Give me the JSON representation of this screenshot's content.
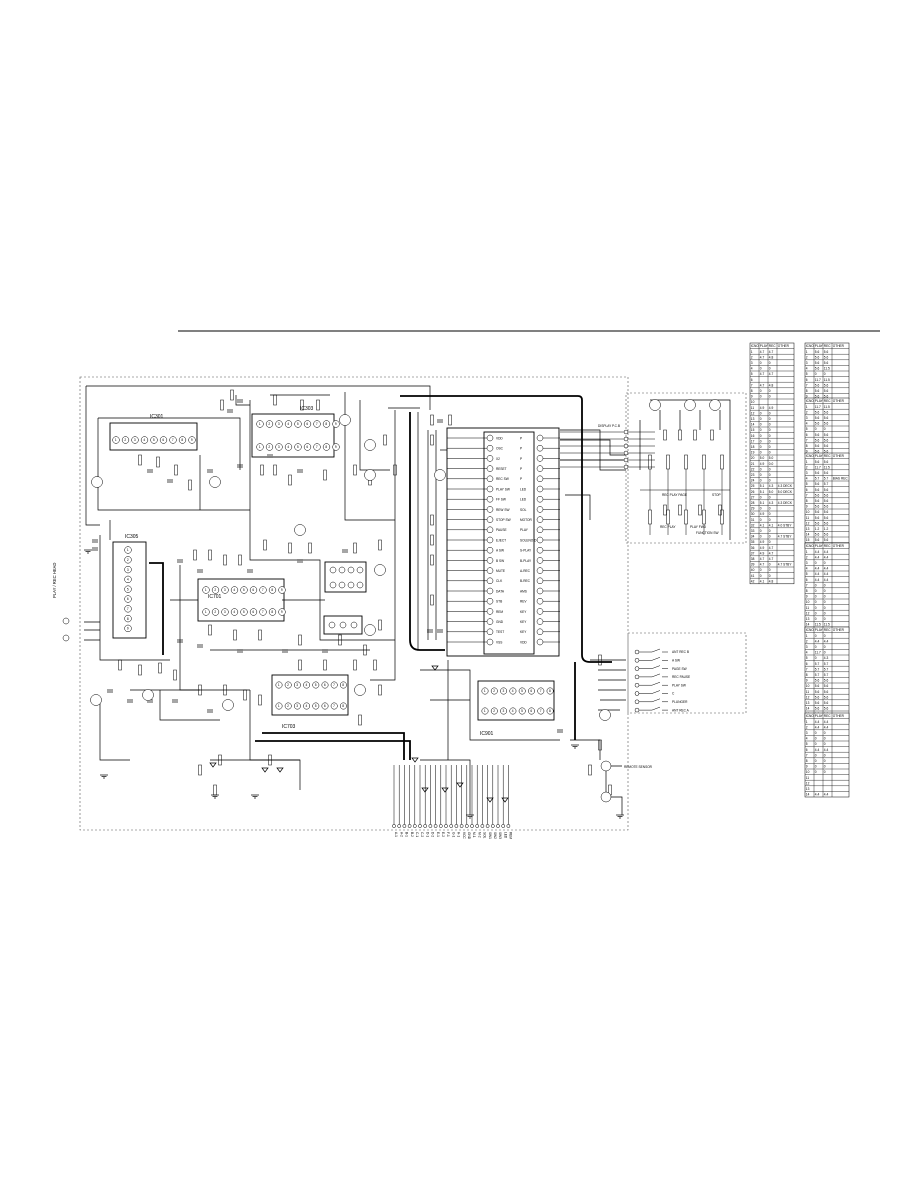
{
  "ic_labels": {
    "ic_left_top": "IC301",
    "ic_center_top": "IC303",
    "ic_left_mid": "IC305",
    "ic_center_mid": "IC701",
    "ic_center_bottom": "IC703",
    "ic_right_bottom": "IC901"
  },
  "connector_labels": {
    "head_input": "PLAY / REC HEAD",
    "mcu_side": "DISPLAY P.C.B",
    "switch_block": "FUNCTION SW",
    "remote_sensor": "REMOTE SENSOR"
  },
  "micro_left_pins": [
    "VDD",
    "OSC",
    "X2",
    "RESET",
    "REC SW",
    "PLAY SW",
    "FF SW",
    "REW SW",
    "STOP SW",
    "PAUSE",
    "EJECT",
    "A SW",
    "B SW",
    "MUTE",
    "CLK",
    "DATA",
    "STB",
    "REM",
    "GND",
    "TEST",
    "VSS"
  ],
  "micro_right_pins": [
    "P",
    "P",
    "P",
    "P",
    "P",
    "LED",
    "LED",
    "SOL",
    "MOTOR",
    "PLAY",
    "SOLENOID",
    "S-PLAY",
    "B-PLAY",
    "A-REC",
    "B-REC",
    "AMS",
    "REV",
    "KEY",
    "KEY",
    "KEY",
    "VDD"
  ],
  "switch_labels": [
    "ANT REC B",
    "A SW",
    "PAGE SW",
    "REC PAUSE",
    "PLAY SW",
    "C",
    "PLUNGER",
    "ANT REC A"
  ],
  "mode_labels": [
    "REC PLAY PAGE",
    "STOP",
    "REC PLAY",
    "PLAY FWD",
    "REC"
  ],
  "bottom_signals": [
    "A-1",
    "A-2",
    "B-1",
    "B-2",
    "C-1",
    "C-2",
    "D-1",
    "D-2",
    "E-1",
    "E-2",
    "F-1",
    "G-1",
    "H-1",
    "VCC",
    "GND",
    "M-1",
    "M-2",
    "SOL",
    "SW1",
    "SW2",
    "SW3",
    "LED",
    "REM"
  ],
  "tables": [
    {
      "headers": [
        "ICNO",
        "PLAY",
        "REC",
        "OTHER"
      ],
      "rows": [
        [
          "1",
          "4.7",
          "4.7",
          ""
        ],
        [
          "2",
          "4.7",
          "4.8",
          ""
        ],
        [
          "3",
          "0",
          "0",
          ""
        ],
        [
          "4",
          "0",
          "0",
          ""
        ],
        [
          "5",
          "4.7",
          "4.7",
          ""
        ],
        [
          "6",
          "",
          "",
          ""
        ],
        [
          "7",
          "4.7",
          "4.8",
          ""
        ],
        [
          "8",
          "0",
          "0",
          ""
        ],
        [
          "9",
          "0",
          "0",
          ""
        ],
        [
          "10",
          "",
          "",
          ""
        ],
        [
          "11",
          "4.9",
          "4.9",
          ""
        ],
        [
          "12",
          "0",
          "0",
          ""
        ],
        [
          "13",
          "0",
          "0",
          ""
        ],
        [
          "14",
          "0",
          "0",
          ""
        ],
        [
          "15",
          "0",
          "0",
          ""
        ],
        [
          "16",
          "0",
          "0",
          ""
        ],
        [
          "17",
          "0",
          "0",
          ""
        ],
        [
          "18",
          "0",
          "0",
          ""
        ],
        [
          "19",
          "0",
          "0",
          ""
        ],
        [
          "20",
          "5.0",
          "5.0",
          ""
        ],
        [
          "21",
          "4.9",
          "0.0",
          ""
        ],
        [
          "22",
          "0",
          "0",
          ""
        ],
        [
          "23",
          "0",
          "0",
          ""
        ],
        [
          "24",
          "0",
          "0",
          ""
        ],
        [
          "25",
          "5.1",
          "4.3",
          "4.3 DECK"
        ],
        [
          "26",
          "5.1",
          "5.0",
          "5.0 DECK"
        ],
        [
          "27",
          "0",
          "0",
          ""
        ],
        [
          "28",
          "5.1",
          "4.3",
          "4.3 DECK"
        ],
        [
          "29",
          "0",
          "0",
          ""
        ],
        [
          "30",
          "4.9",
          "0",
          ""
        ],
        [
          "31",
          "0",
          "0",
          ""
        ],
        [
          "32",
          "4.1",
          "4.1",
          "4.0 STBY"
        ],
        [
          "33",
          "0",
          "0",
          ""
        ],
        [
          "34",
          "0",
          "0",
          "4.7 STBY"
        ],
        [
          "35",
          "4.9",
          "0",
          ""
        ],
        [
          "36",
          "4.9",
          "4.7",
          ""
        ],
        [
          "37",
          "4.9",
          "4.7",
          ""
        ],
        [
          "38",
          "4.7",
          "4.7",
          ""
        ],
        [
          "39",
          "4.7",
          "0",
          "4.7 STBY"
        ],
        [
          "40",
          "0",
          "0",
          ""
        ],
        [
          "41",
          "0",
          "0",
          ""
        ],
        [
          "42",
          "4.1",
          "4.8",
          ""
        ]
      ]
    },
    {
      "headers": [
        "ICNO",
        "PLAY",
        "REC",
        "OTHER"
      ],
      "rows": [
        [
          "1",
          "5.6",
          "5.6",
          ""
        ],
        [
          "2",
          "5.6",
          "5.6",
          ""
        ],
        [
          "3",
          "5.6",
          "5.6",
          ""
        ],
        [
          "4",
          "5.6",
          "11.5",
          ""
        ],
        [
          "5",
          "0",
          "0",
          ""
        ],
        [
          "6",
          "11.7",
          "11.5",
          ""
        ],
        [
          "7",
          "5.6",
          "5.6",
          ""
        ],
        [
          "8",
          "5.6",
          "5.6",
          ""
        ],
        [
          "9",
          "5.6",
          "5.6",
          ""
        ]
      ]
    },
    {
      "headers": [
        "ICNO",
        "PLAY",
        "REC",
        "OTHER"
      ],
      "rows": [
        [
          "1",
          "11.7",
          "11.5",
          ""
        ],
        [
          "2",
          "5.6",
          "5.6",
          ""
        ],
        [
          "3",
          "5.6",
          "5.6",
          ""
        ],
        [
          "4",
          "5.6",
          "5.6",
          ""
        ],
        [
          "5",
          "0",
          "0",
          ""
        ],
        [
          "6",
          "5.6",
          "5.6",
          ""
        ],
        [
          "7",
          "5.6",
          "5.6",
          ""
        ],
        [
          "8",
          "5.6",
          "5.6",
          ""
        ],
        [
          "9",
          "5.6",
          "5.6",
          ""
        ]
      ]
    },
    {
      "headers": [
        "ICNO",
        "PLAY",
        "REC",
        "OTHER"
      ],
      "rows": [
        [
          "1",
          "5.6",
          "5.6",
          ""
        ],
        [
          "2",
          "11.7",
          "11.5",
          ""
        ],
        [
          "3",
          "5.6",
          "5.6",
          ""
        ],
        [
          "4",
          "5.7",
          "5.7",
          "BIAS REC"
        ],
        [
          "5",
          "5.6",
          "5.7",
          ""
        ],
        [
          "6",
          "5.6",
          "5.6",
          ""
        ],
        [
          "7",
          "5.6",
          "5.6",
          ""
        ],
        [
          "8",
          "5.6",
          "5.6",
          ""
        ],
        [
          "9",
          "5.6",
          "5.6",
          ""
        ],
        [
          "10",
          "5.6",
          "5.6",
          ""
        ],
        [
          "11",
          "5.6",
          "5.6",
          ""
        ],
        [
          "12",
          "5.6",
          "5.6",
          ""
        ],
        [
          "13",
          "1.2",
          "1.2",
          ""
        ],
        [
          "14",
          "5.6",
          "5.6",
          ""
        ],
        [
          "15",
          "5.6",
          "5.6",
          ""
        ],
        [
          "16",
          "5.6",
          "5.6",
          ""
        ]
      ]
    },
    {
      "headers": [
        "ICNO",
        "PLAY",
        "REC",
        "OTHER"
      ],
      "rows": [
        [
          "1",
          "4.4",
          "4.4",
          ""
        ],
        [
          "2",
          "4.4",
          "4.4",
          ""
        ],
        [
          "3",
          "0",
          "0",
          ""
        ],
        [
          "4",
          "4.4",
          "4.4",
          ""
        ],
        [
          "5",
          "4.4",
          "4.4",
          ""
        ],
        [
          "6",
          "4.4",
          "4.4",
          ""
        ],
        [
          "7",
          "0",
          "0",
          ""
        ],
        [
          "8",
          "0",
          "0",
          ""
        ],
        [
          "9",
          "0",
          "0",
          ""
        ],
        [
          "10",
          "0",
          "0",
          ""
        ],
        [
          "11",
          "0",
          "0",
          ""
        ],
        [
          "12",
          "0",
          "0",
          ""
        ],
        [
          "13",
          "0",
          "0",
          ""
        ],
        [
          "14",
          "11.5",
          "11.5",
          ""
        ],
        [
          "15",
          "11.5",
          "11.5",
          ""
        ]
      ]
    },
    {
      "headers": [
        "ICNO",
        "PLAY",
        "REC",
        "OTHER"
      ],
      "rows": [
        [
          "1",
          "0",
          "0",
          ""
        ],
        [
          "2",
          "4.4",
          "4.4",
          ""
        ],
        [
          "3",
          "0",
          "0",
          ""
        ],
        [
          "4",
          "11.7",
          "0",
          ""
        ],
        [
          "5",
          "0",
          "4.3",
          ""
        ],
        [
          "6",
          "5.7",
          "5.7",
          ""
        ],
        [
          "7",
          "5.7",
          "5.7",
          ""
        ],
        [
          "8",
          "5.7",
          "5.7",
          ""
        ],
        [
          "9",
          "5.6",
          "5.6",
          ""
        ],
        [
          "10",
          "5.6",
          "5.6",
          ""
        ],
        [
          "11",
          "5.6",
          "5.6",
          ""
        ],
        [
          "12",
          "5.6",
          "5.6",
          ""
        ],
        [
          "13",
          "5.6",
          "5.6",
          ""
        ],
        [
          "14",
          "5.6",
          "5.6",
          ""
        ],
        [
          "15",
          "1.2",
          "1.2",
          ""
        ],
        [
          "16",
          "11.7",
          "11.5",
          ""
        ]
      ]
    },
    {
      "headers": [
        "ICNO",
        "PLAY",
        "REC",
        "OTHER"
      ],
      "rows": [
        [
          "1",
          "4.4",
          "4.4",
          ""
        ],
        [
          "2",
          "4.4",
          "4.4",
          ""
        ],
        [
          "3",
          "0",
          "0",
          ""
        ],
        [
          "4",
          "0",
          "0",
          ""
        ],
        [
          "5",
          "0",
          "0",
          ""
        ],
        [
          "6",
          "4.4",
          "4.4",
          ""
        ],
        [
          "7",
          "0",
          "0",
          ""
        ],
        [
          "8",
          "0",
          "0",
          ""
        ],
        [
          "9",
          "0",
          "0",
          ""
        ],
        [
          "10",
          "0",
          "0",
          ""
        ],
        [
          "11",
          "",
          ""
        ],
        [
          "12",
          "",
          ""
        ],
        [
          "13",
          "",
          ""
        ],
        [
          "14",
          "4.4",
          "4.4",
          ""
        ]
      ]
    }
  ]
}
